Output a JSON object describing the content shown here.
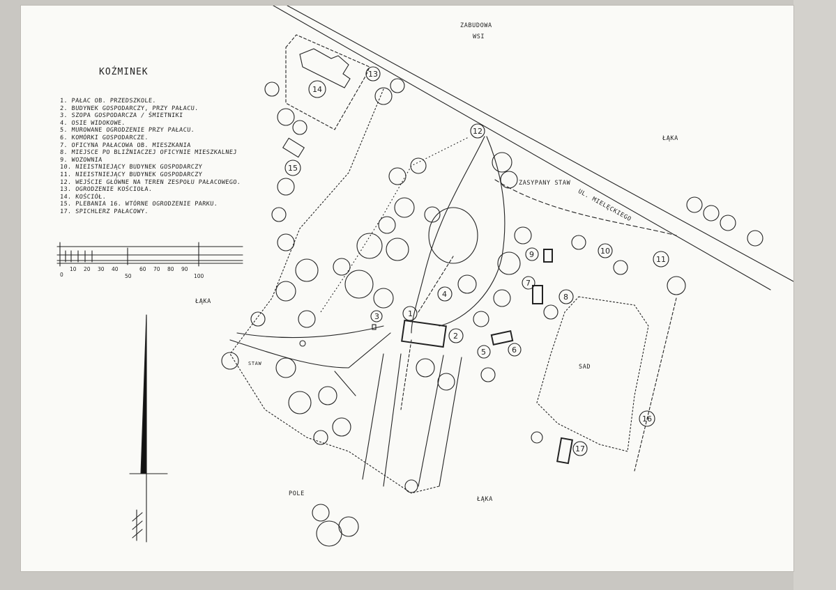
{
  "title": "KOŹMINEK",
  "legend": [
    "1. PAŁAC OB. PRZEDSZKOLE.",
    "2. BUDYNEK GOSPODARCZY, PRZY PAŁACU.",
    "3. SZOPA GOSPODARCZA / ŚMIETNIKI",
    "4. OSIE WIDOKOWE.",
    "5. MUROWANE OGRODZENIE PRZY PAŁACU.",
    "6. KOMÓRKI GOSPODARCZE.",
    "7. OFICYNA PAŁACOWA OB. MIESZKANIA",
    "8. MIEJSCE PO BLIŹNIACZEJ OFICYNIE MIESZKALNEJ",
    "9. WOZOWNIA",
    "10. NIEISTNIEJĄCY BUDYNEK GOSPODARCZY",
    "11. NIEISTNIEJĄCY BUDYNEK GOSPODARCZY",
    "12. WEJŚCIE GŁÓWNE NA TEREN ZESPOŁU PAŁACOWEGO.",
    "13. OGRODZENIE KOŚCIOŁA.",
    "14. KOŚCIÓŁ.",
    "15. PLEBANIA          16. WTÓRNE OGRODZENIE PARKU.",
    "17. SPICHLERZ PAŁACOWY."
  ],
  "scale_bar": {
    "ticks": [
      "0",
      "10",
      "20",
      "30",
      "40",
      "50",
      "60",
      "70",
      "80",
      "90",
      "100"
    ]
  },
  "map_labels": {
    "zabudowa_line1": "ZABUDOWA",
    "zabudowa_line2": "WSI",
    "laka_ne": "ŁĄKA",
    "street": "UL. MIELĘCKIEGO",
    "zasypany_staw": "ZASYPANY STAW",
    "laka_w": "ŁĄKA",
    "staw": "STAW",
    "sad": "SAD",
    "pole": "POLE",
    "laka_s": "ŁĄKA"
  },
  "feature_numbers": [
    "1",
    "2",
    "3",
    "4",
    "5",
    "6",
    "7",
    "8",
    "9",
    "10",
    "11",
    "12",
    "13",
    "14",
    "15",
    "16",
    "17"
  ]
}
